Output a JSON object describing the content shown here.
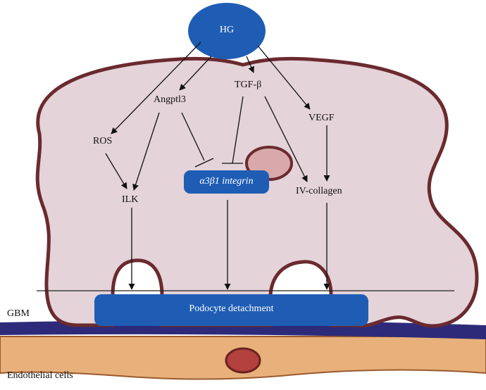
{
  "nodes": {
    "hg": "HG",
    "angptl3": "Angptl3",
    "tgf_beta": "TGF-β",
    "vegf": "VEGF",
    "ros": "ROS",
    "ilk": "ILK",
    "integrin": "α3β1 integrin",
    "iv_collagen": "IV-collagen",
    "podocyte_detachment": "Podocyte detachment"
  },
  "labels": {
    "gbm": "GBM",
    "endothelial_cells": "Endothelial cells"
  },
  "colors": {
    "node_blue": "#1f5db5",
    "cell_fill": "#e4d3d8",
    "cell_outline": "#6a2a2f",
    "gbm_band": "#2e2a7a",
    "endothelium": "#e8b07a",
    "nucleus": "#b3413d"
  },
  "edges": [
    {
      "from": "hg",
      "to": "ros",
      "type": "activation"
    },
    {
      "from": "hg",
      "to": "angptl3",
      "type": "activation"
    },
    {
      "from": "hg",
      "to": "tgf_beta",
      "type": "activation"
    },
    {
      "from": "hg",
      "to": "vegf",
      "type": "activation"
    },
    {
      "from": "ros",
      "to": "ilk",
      "type": "activation"
    },
    {
      "from": "angptl3",
      "to": "ilk",
      "type": "activation"
    },
    {
      "from": "angptl3",
      "to": "integrin",
      "type": "inhibition"
    },
    {
      "from": "tgf_beta",
      "to": "integrin",
      "type": "inhibition"
    },
    {
      "from": "tgf_beta",
      "to": "iv_collagen",
      "type": "activation"
    },
    {
      "from": "vegf",
      "to": "iv_collagen",
      "type": "activation"
    },
    {
      "from": "ilk",
      "to": "podocyte_detachment",
      "type": "activation"
    },
    {
      "from": "integrin",
      "to": "podocyte_detachment",
      "type": "activation"
    },
    {
      "from": "iv_collagen",
      "to": "podocyte_detachment",
      "type": "activation"
    }
  ]
}
